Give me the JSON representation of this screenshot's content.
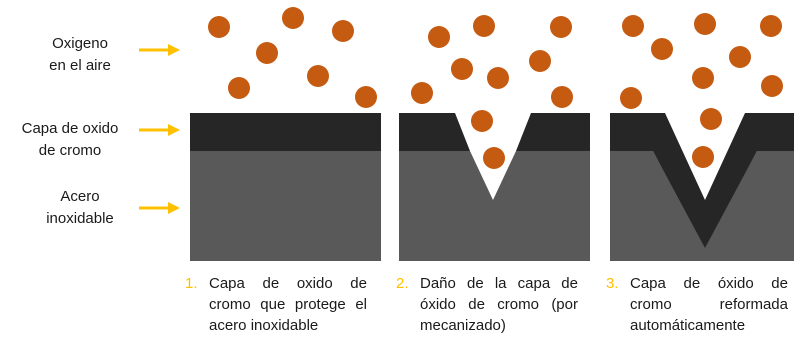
{
  "left_labels": {
    "oxygen": "Oxigeno\nen el aire",
    "oxide_layer": "Capa de oxido\nde cromo",
    "steel": "Acero\ninoxidable"
  },
  "captions": [
    {
      "num": "1.",
      "text": "Capa de oxido de cromo que protege el acero inoxidable"
    },
    {
      "num": "2.",
      "text": "Daño de la capa de óxido de cromo (por mecanizado)"
    },
    {
      "num": "3.",
      "text": "Capa de óxido de cromo reformada automáticamente"
    }
  ],
  "colors": {
    "steel": "#595959",
    "oxide": "#262626",
    "oxygen": "#c55a11",
    "arrow": "#ffc000",
    "number": "#ffc000"
  }
}
